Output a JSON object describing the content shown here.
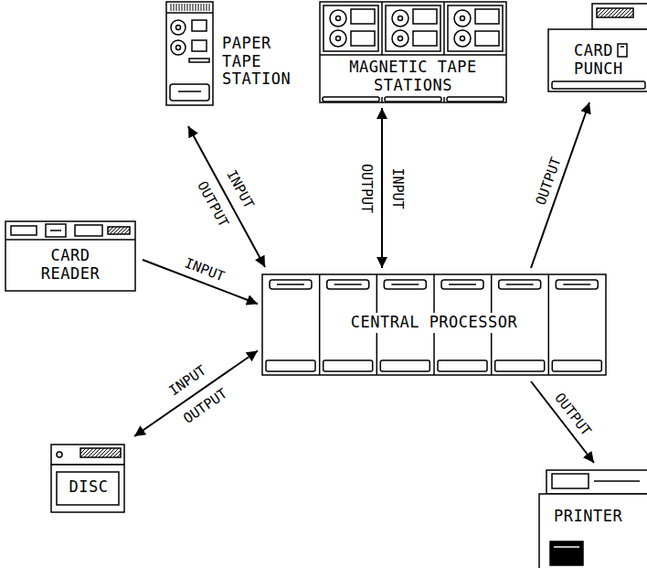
{
  "diagram": {
    "nodes": [
      {
        "text": [
          "PAPER TAPE STATION"
        ]
      },
      {
        "text": [
          "MAGNETIC TAPE STATIONS"
        ]
      },
      {
        "text": [
          "CARD PUNCH"
        ]
      },
      {
        "text": [
          "CARD READER"
        ]
      },
      {
        "text": [
          "CENTRAL PROCESSOR"
        ]
      },
      {
        "text": [
          "DISC"
        ]
      },
      {
        "text": [
          "PRINTER"
        ]
      }
    ],
    "edges": [
      {
        "from": 0,
        "to": 4,
        "label": "INPUT OUTPUT",
        "arrow": "both"
      },
      {
        "from": 1,
        "to": 4,
        "label": "INPUT OUTPUT",
        "arrow": "both"
      },
      {
        "from": 4,
        "to": 2,
        "label": "OUTPUT",
        "arrow": "to"
      },
      {
        "from": 3,
        "to": 4,
        "label": "INPUT",
        "arrow": "to"
      },
      {
        "from": 5,
        "to": 4,
        "label": "INPUT OUTPUT",
        "arrow": "both"
      },
      {
        "from": 4,
        "to": 6,
        "label": "OUTPUT",
        "arrow": "to"
      }
    ]
  }
}
